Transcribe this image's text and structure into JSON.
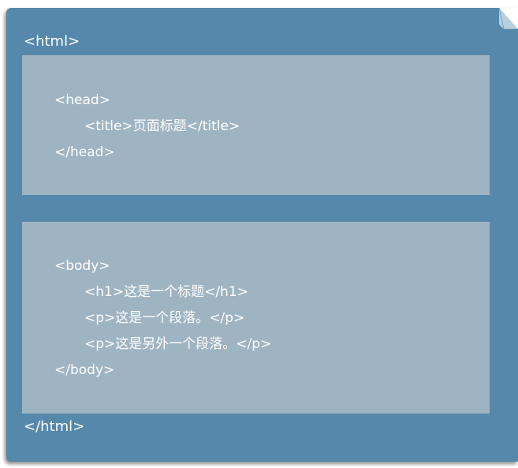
{
  "outer": {
    "open_tag": "<html>",
    "close_tag": "</html>"
  },
  "head_block": {
    "open_tag": "<head>",
    "title_line": "<title>页面标题</title>",
    "close_tag": "</head>"
  },
  "body_block": {
    "open_tag": "<body>",
    "h1_line": "<h1>这是一个标题</h1>",
    "p1_line": "<p>这是一个段落。</p>",
    "p2_line": "<p>这是另外一个段落。</p>",
    "close_tag": "</body>"
  },
  "colors": {
    "card": "#5588ab",
    "inner_box": "#9fb4c3",
    "text": "#ffffff"
  }
}
